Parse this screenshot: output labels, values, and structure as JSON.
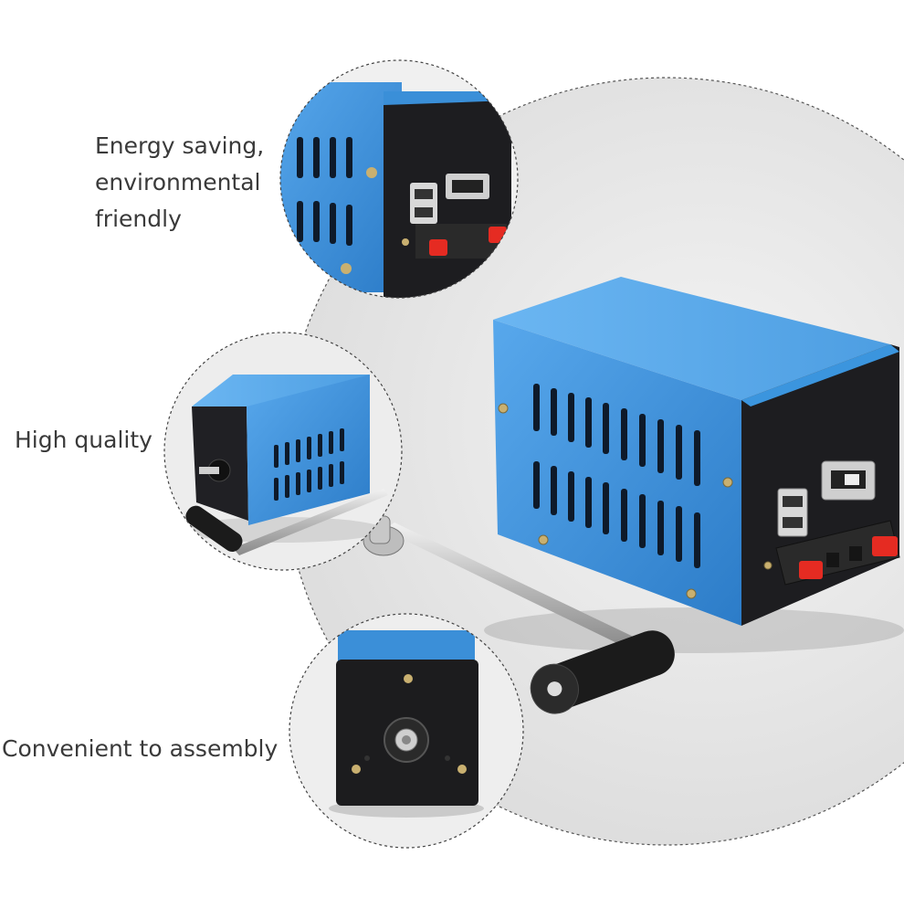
{
  "features": {
    "energy": [
      "Energy saving,",
      "environmental",
      "friendly"
    ],
    "quality": "High quality",
    "assembly": "Convenient to assembly"
  },
  "colors": {
    "device_blue": "#3f8fd6",
    "device_black": "#1c1c1e",
    "background_grey": "#e9e9e9",
    "connector_red": "#e52b22"
  }
}
